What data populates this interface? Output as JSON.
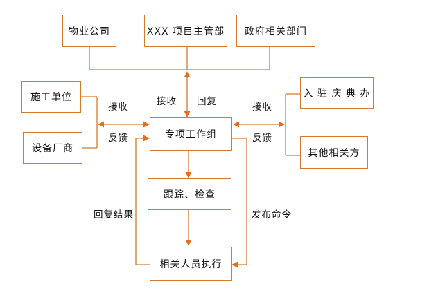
{
  "nodes": {
    "property_company": "物业公司",
    "project_authority": "XXX 项目主管部",
    "government": "政府相关部门",
    "construction_unit": "施工单位",
    "equipment_maker": "设备厂商",
    "task_force": "专项工作组",
    "move_in_office": "入 驻 庆 典 办",
    "other_parties": "其他相关方",
    "tracking": "跟踪、检查",
    "executors": "相关人员执行"
  },
  "labels": {
    "receive_left": "接收",
    "feedback_left": "反馈",
    "receive_top": "接收",
    "reply_top": "回复",
    "receive_right": "接收",
    "feedback_right": "反馈",
    "reply_result": "回复结果",
    "issue_order": "发布命令"
  },
  "colors": {
    "line": "#d47a2f",
    "arrow": "#e07020"
  }
}
